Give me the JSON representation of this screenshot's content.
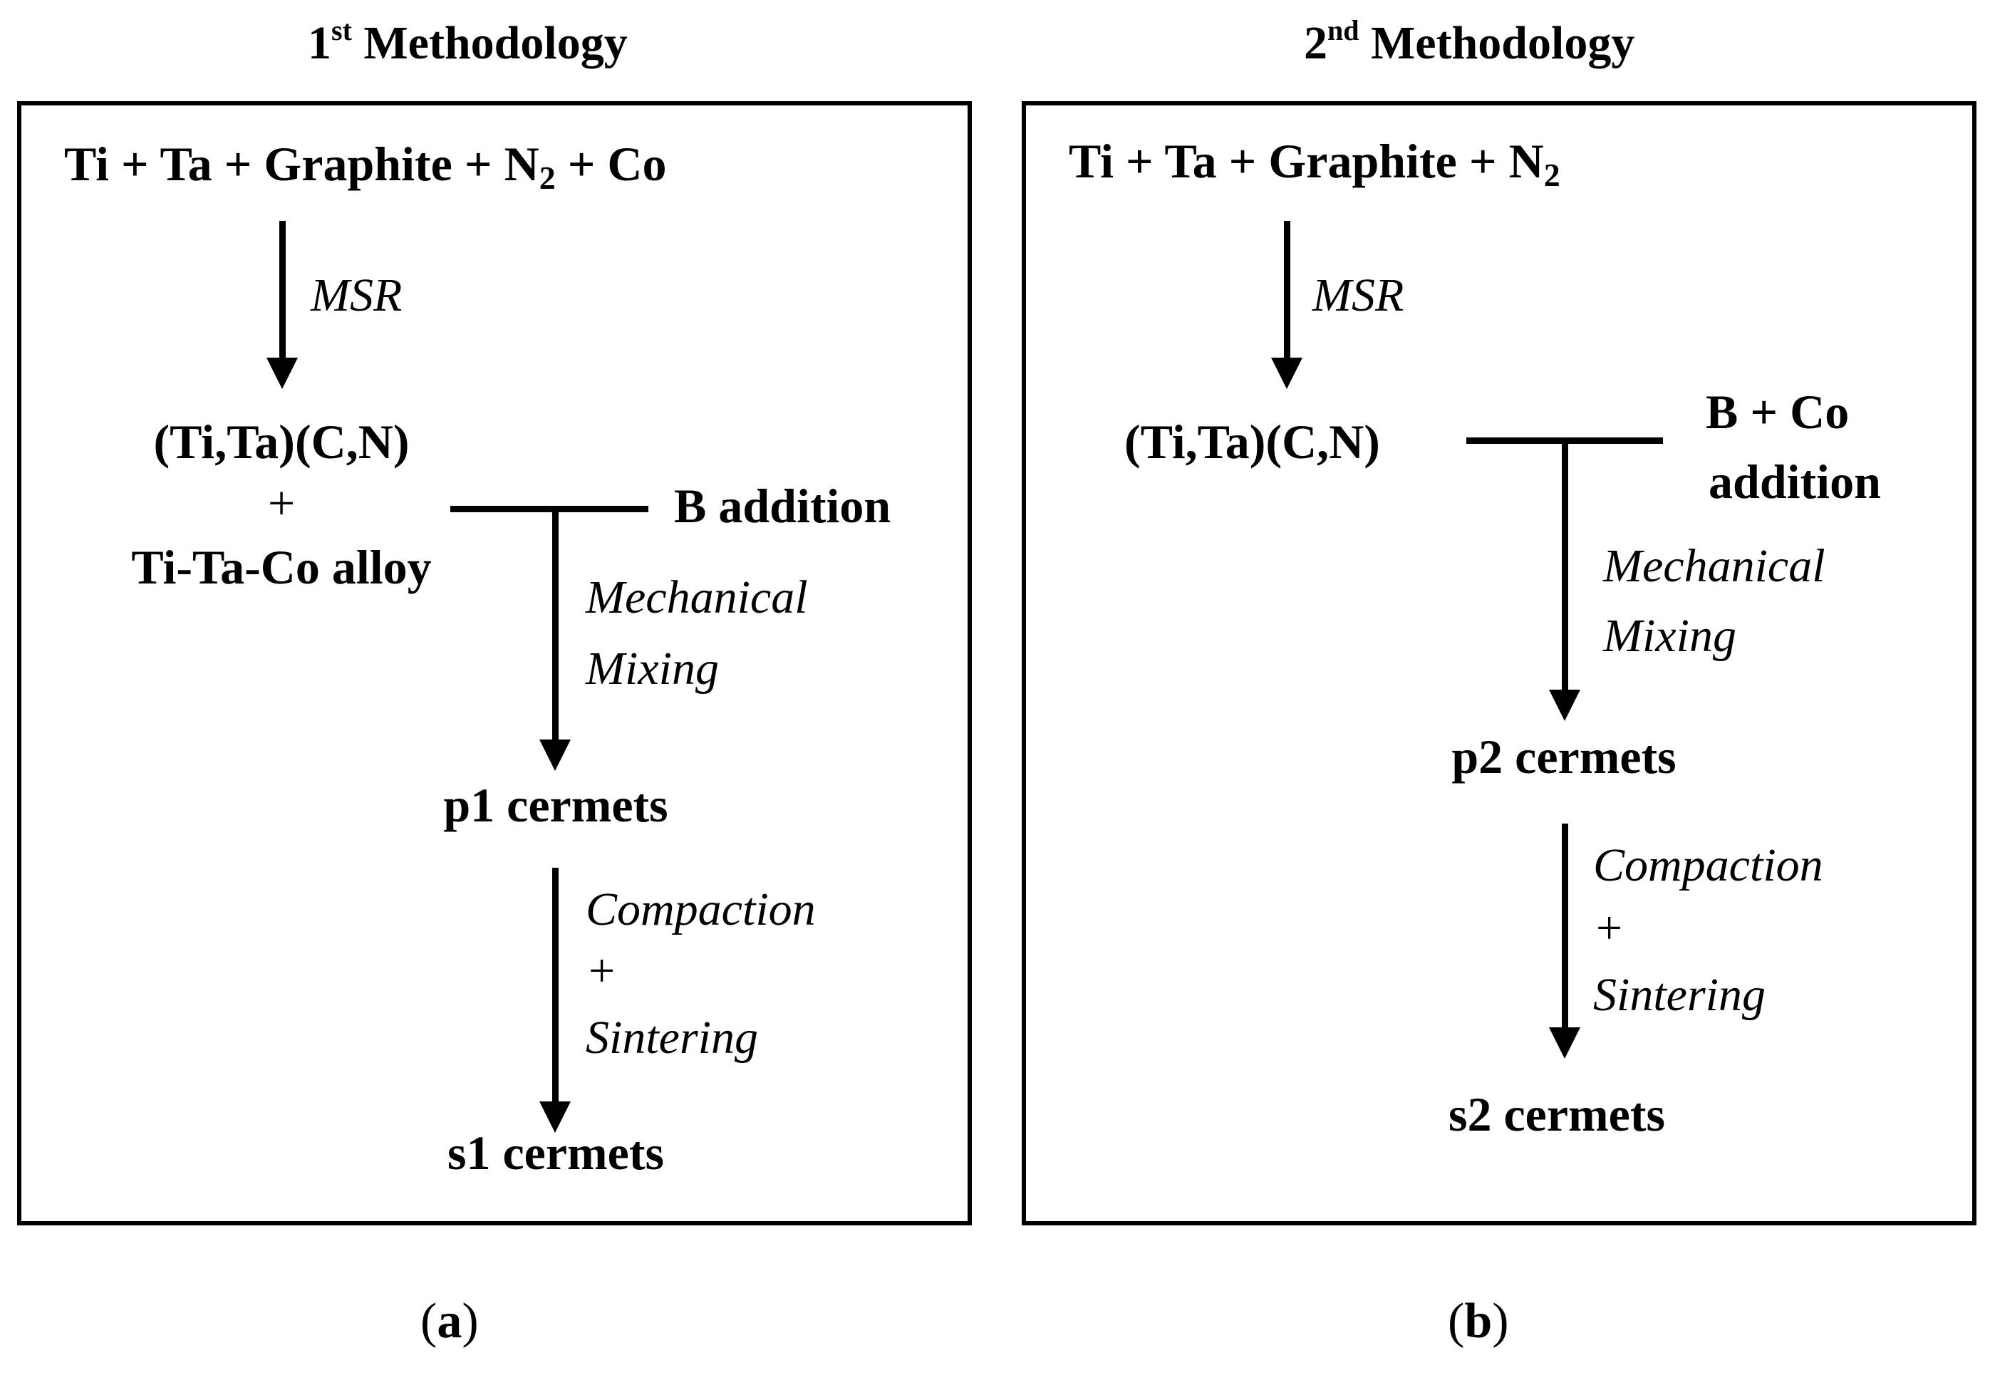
{
  "panel_a": {
    "heading": {
      "num": "1",
      "sup": "st",
      "text": " Methodology"
    },
    "reactants": {
      "text": "Ti + Ta + Graphite + N",
      "sub": "2",
      "tail": " + Co"
    },
    "step_msr": "MSR",
    "intermediate_line1": "(Ti,Ta)(C,N)",
    "intermediate_plus": "+",
    "intermediate_line2": "Ti-Ta-Co alloy",
    "addition": "B addition",
    "step_mixing_line1": "Mechanical",
    "step_mixing_line2": "Mixing",
    "powder_product": "p1 cermets",
    "step_sinter_line1": "Compaction",
    "step_sinter_plus": "+",
    "step_sinter_line2": "Sintering",
    "final_product": "s1 cermets",
    "caption": {
      "open": "(",
      "letter": "a",
      "close": ")"
    }
  },
  "panel_b": {
    "heading": {
      "num": "2",
      "sup": "nd",
      "text": " Methodology"
    },
    "reactants": {
      "text": "Ti + Ta + Graphite + N",
      "sub": "2"
    },
    "step_msr": "MSR",
    "intermediate": "(Ti,Ta)(C,N)",
    "addition_line1": "B + Co",
    "addition_line2": "addition",
    "step_mixing_line1": "Mechanical",
    "step_mixing_line2": "Mixing",
    "powder_product": "p2 cermets",
    "step_sinter_line1": "Compaction",
    "step_sinter_plus": "+",
    "step_sinter_line2": "Sintering",
    "final_product": "s2 cermets",
    "caption": {
      "open": "(",
      "letter": "b",
      "close": ")"
    }
  }
}
